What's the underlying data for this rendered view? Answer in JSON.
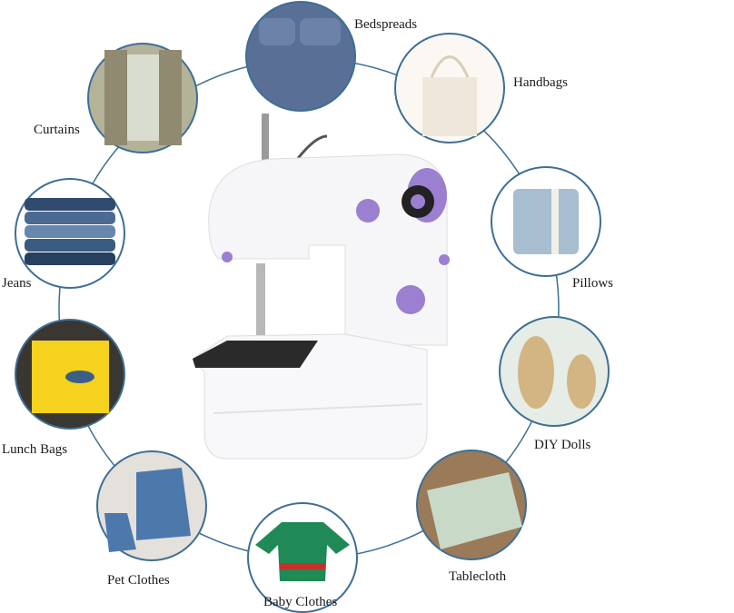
{
  "categories": [
    {
      "id": "bedspreads",
      "label": "Bedspreads"
    },
    {
      "id": "handbags",
      "label": "Handbags"
    },
    {
      "id": "curtains",
      "label": "Curtains"
    },
    {
      "id": "jeans",
      "label": "Jeans"
    },
    {
      "id": "pillows",
      "label": "Pillows"
    },
    {
      "id": "lunch-bags",
      "label": "Lunch Bags"
    },
    {
      "id": "diy-dolls",
      "label": "DIY Dolls"
    },
    {
      "id": "pet-clothes",
      "label": "Pet Clothes"
    },
    {
      "id": "tablecloth",
      "label": "Tablecloth"
    },
    {
      "id": "baby-clothes",
      "label": "Baby Clothes"
    }
  ],
  "colors": {
    "ring": "#3d6e96",
    "accent": "#9b7fd0"
  }
}
